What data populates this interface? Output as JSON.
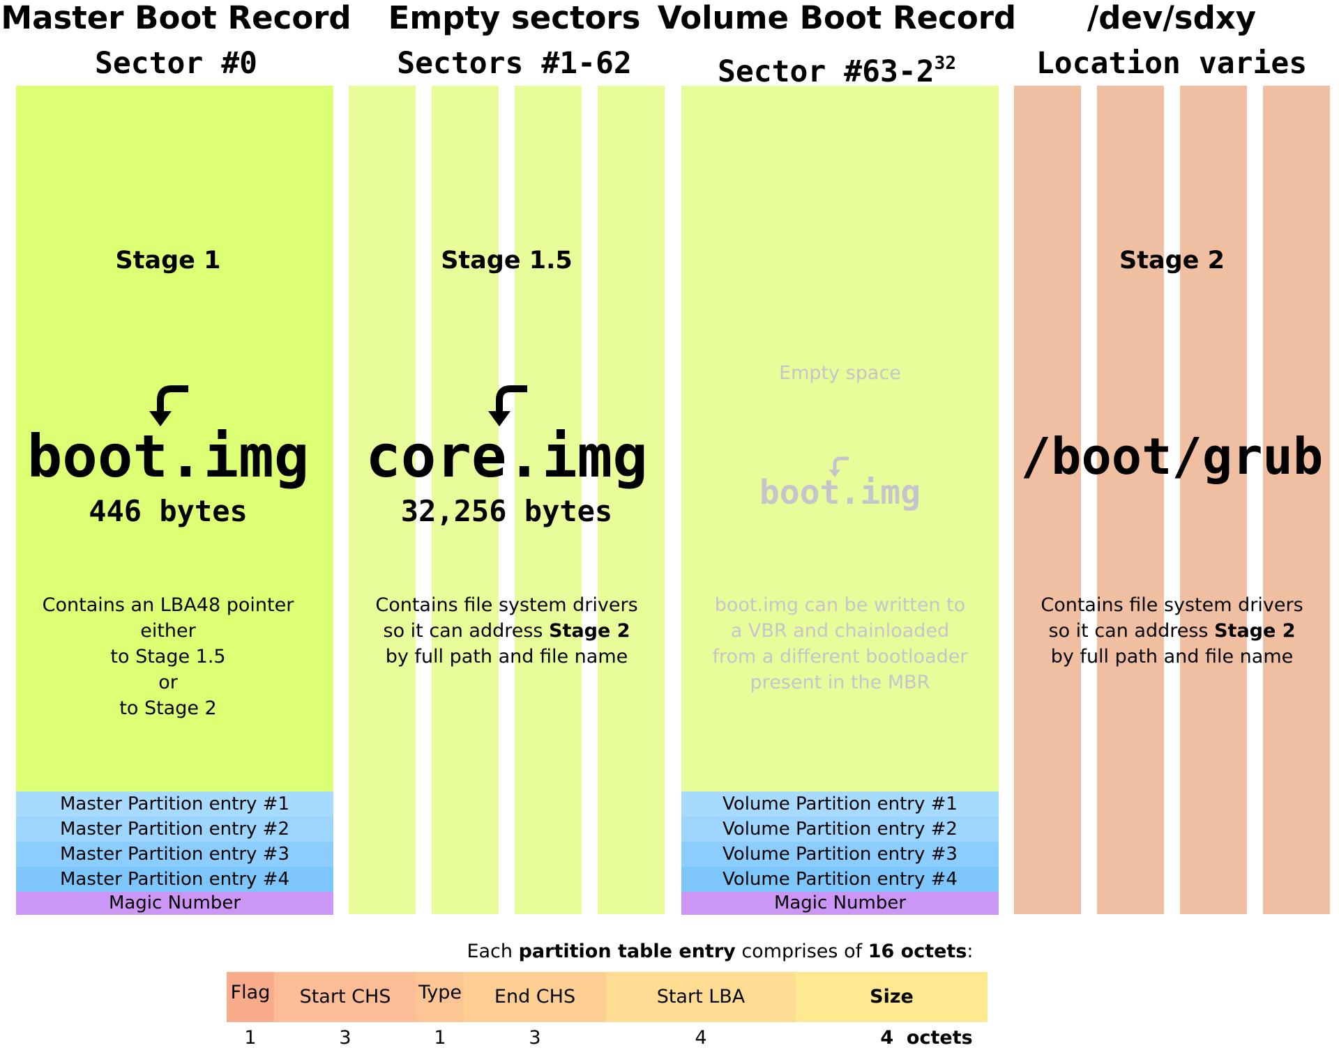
{
  "headers": {
    "mbr": {
      "title": "Master Boot Record",
      "subtitle": "Sector #0"
    },
    "empty": {
      "title": "Empty sectors",
      "subtitle": "Sectors #1-62"
    },
    "vbr": {
      "title": "Volume Boot Record",
      "subtitle": "Sector #63-2",
      "subtitle_sup": "32"
    },
    "dev": {
      "title": "/dev/sdxy",
      "subtitle": "Location varies"
    }
  },
  "mbr": {
    "stage": "Stage 1",
    "image": "boot.img",
    "size": "446 bytes",
    "description": [
      "Contains an LBA48 pointer",
      "either",
      "to Stage 1.5",
      "or",
      "to Stage 2"
    ],
    "partition_entries": [
      "Master Partition entry #1",
      "Master Partition entry #2",
      "Master Partition entry #3",
      "Master Partition entry #4"
    ],
    "magic": "Magic Number"
  },
  "empty": {
    "stage": "Stage 1.5",
    "image": "core.img",
    "size": "32,256 bytes",
    "description": {
      "line1": "Contains file system drivers",
      "line2_pre": "so it can address ",
      "line2_bold": "Stage 2",
      "line3": "by full path and file name"
    }
  },
  "vbr": {
    "empty_space": "Empty space",
    "image": "boot.img",
    "description": [
      "boot.img can be written to",
      "a VBR and chainloaded",
      "from a different bootloader",
      "present in the MBR"
    ],
    "partition_entries": [
      "Volume Partition entry #1",
      "Volume Partition entry #2",
      "Volume Partition entry #3",
      "Volume Partition entry #4"
    ],
    "magic": "Magic Number"
  },
  "dev": {
    "stage": "Stage 2",
    "image": "/boot/grub",
    "description": {
      "line1": "Contains file system drivers",
      "line2_pre": "so it can address ",
      "line2_bold": "Stage 2",
      "line3": "by full path and file name"
    }
  },
  "partition_table": {
    "caption_pre": "Each ",
    "caption_bold1": "partition table entry",
    "caption_mid": " comprises of ",
    "caption_bold2": "16 octets",
    "caption_post": ":",
    "fields": [
      {
        "label": "Flag",
        "octets": "1",
        "color": "#f8ab8b"
      },
      {
        "label": "Start CHS",
        "octets": "3",
        "color": "#fbbc96"
      },
      {
        "label": "Type",
        "octets": "1",
        "color": "#fcc594"
      },
      {
        "label": "End CHS",
        "octets": "3",
        "color": "#fdcf93"
      },
      {
        "label": "Start LBA",
        "octets": "4",
        "color": "#fedc91"
      },
      {
        "label": "Size",
        "octets": "4",
        "color": "#fee990"
      }
    ],
    "octets_unit": "octets"
  },
  "colors": {
    "stage1": "#dcff73",
    "stage15": "#e8fd99",
    "stage2": "#f0bfa2",
    "partition_entry": "#8ccdff",
    "magic_number": "#cc96f7"
  }
}
